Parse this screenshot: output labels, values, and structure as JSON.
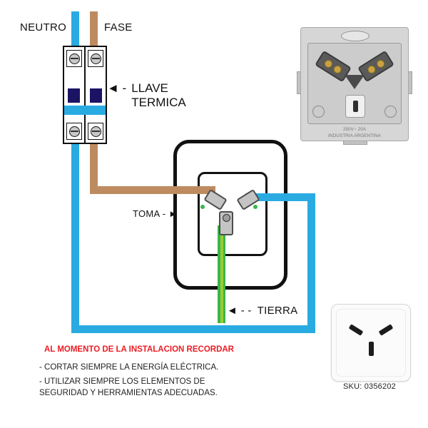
{
  "labels": {
    "neutro": "NEUTRO",
    "fase": "FASE",
    "breaker_arrow": "◄ -",
    "breaker_line1": "LLAVE",
    "breaker_line2": "TERMICA",
    "toma": "TOMA",
    "toma_arrow": "- ►",
    "ground_arrow": "◄ - -",
    "ground": "TIERRA"
  },
  "warning": {
    "title": "AL MOMENTO DE LA INSTALACION RECORDAR",
    "items": [
      "- CORTAR SIEMPRE LA ENERGÍA ELÉCTRICA.",
      "- UTILIZAR SIEMPRE LOS ELEMENTOS DE SEGURIDAD Y HERRAMIENTAS ADECUADAS."
    ]
  },
  "product": {
    "rating": "250V~ 20A",
    "origin": "INDUSTRIA ARGENTINA",
    "sku": "SKU: 0356202"
  },
  "colors": {
    "neutral": "#29ABE2",
    "live": "#BE8B60",
    "ground_outer": "#3AB54A",
    "ground_inner": "#9ACD32",
    "warning_red": "#ED1C24"
  }
}
